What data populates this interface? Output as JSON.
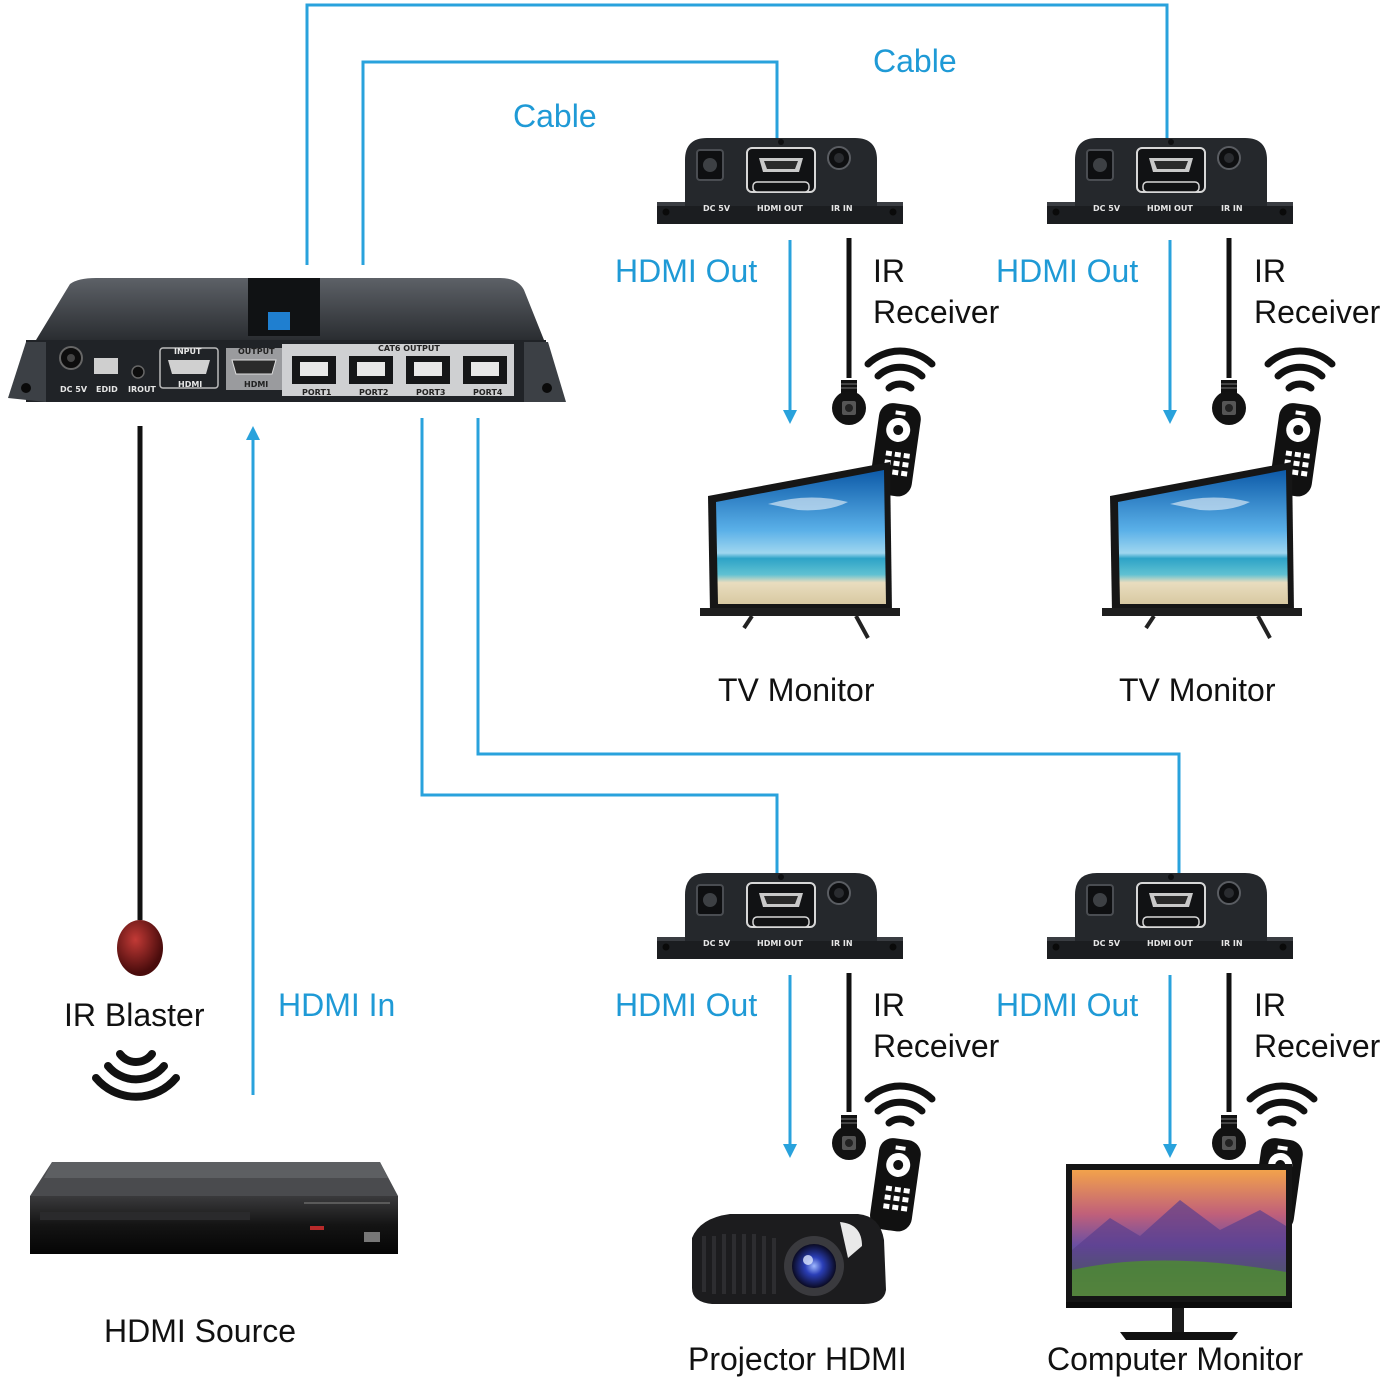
{
  "labels": {
    "cable_1": "Cable",
    "cable_2": "Cable",
    "hdmi_out_1": "HDMI Out",
    "hdmi_out_2": "HDMI Out",
    "hdmi_out_3": "HDMI Out",
    "hdmi_out_4": "HDMI Out",
    "ir_1": "IR",
    "receiver_1": "Receiver",
    "ir_2": "IR",
    "receiver_2": "Receiver",
    "ir_3": "IR",
    "receiver_3": "Receiver",
    "ir_4": "IR",
    "receiver_4": "Receiver",
    "tv_monitor_1": "TV Monitor",
    "tv_monitor_2": "TV Monitor",
    "projector": "Projector HDMI",
    "computer_monitor": "Computer Monitor",
    "ir_blaster": "IR Blaster",
    "hdmi_in": "HDMI In",
    "hdmi_source": "HDMI Source"
  },
  "splitter_panel": {
    "dc": "DC 5V",
    "edid": "EDID",
    "irout": "IROUT",
    "input": "INPUT",
    "input_hdmi": "HDMI",
    "output": "OUTPUT",
    "output_hdmi": "HDMI",
    "cat6": "CAT6 OUTPUT",
    "ports": [
      "PORT1",
      "PORT2",
      "PORT3",
      "PORT4"
    ]
  },
  "receiver_panel": {
    "dc": "DC 5V",
    "hdmi_out": "HDMI OUT",
    "ir_in": "IR IN"
  },
  "colors": {
    "accent": "#1f9ad6",
    "device": "#2a2d31",
    "text": "#111111"
  }
}
